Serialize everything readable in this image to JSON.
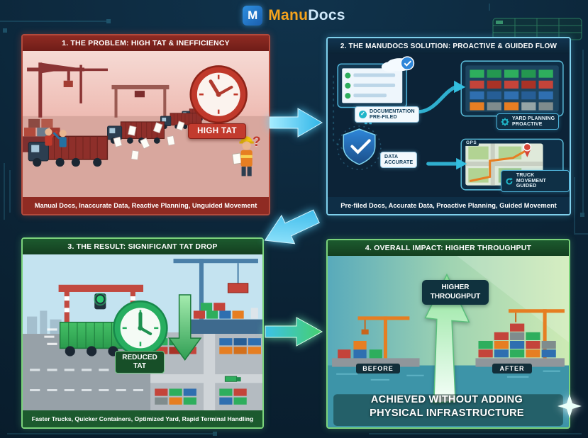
{
  "header": {
    "logo_letter": "M",
    "brand_manu": "Manu",
    "brand_docs": "Docs"
  },
  "panels": {
    "problem": {
      "title": "1. THE PROBLEM: HIGH TAT & INEFFICIENCY",
      "clock_label": "HIGH TAT",
      "confusion_mark": "?",
      "caption": "Manual Docs, Inaccurate Data, Reactive Planning, Unguided Movement"
    },
    "solution": {
      "title": "2. THE MANUDOCS SOLUTION: PROACTIVE & GUIDED FLOW",
      "badge_documentation": {
        "line1": "DOCUMENTATION",
        "line2": "PRE-FILED"
      },
      "badge_yard": {
        "line1": "YARD PLANNING",
        "line2": "PROACTIVE"
      },
      "badge_data": {
        "line1": "DATA",
        "line2": "ACCURATE"
      },
      "badge_truck": {
        "line1": "TRUCK MOVEMENT",
        "line2": "GUIDED"
      },
      "gps_label": "GPS",
      "caption": "Pre-filed Docs, Accurate Data, Proactive Planning, Guided Movement"
    },
    "result": {
      "title": "3. THE RESULT: SIGNIFICANT TAT DROP",
      "clock_label_top": "REDUCED",
      "clock_label_bottom": "TAT",
      "caption": "Faster Trucks, Quicker Containers, Optimized Yard, Rapid Terminal Handling"
    },
    "impact": {
      "title": "4. OVERALL IMPACT: HIGHER THROUGHPUT",
      "arrow_label_top": "HIGHER",
      "arrow_label_bottom": "THROUGHPUT",
      "before_label": "BEFORE",
      "after_label": "AFTER",
      "footer_line1": "ACHIEVED WITHOUT ADDING",
      "footer_line2": "PHYSICAL INFRASTRUCTURE"
    }
  },
  "icons": {
    "check": "✓"
  },
  "colors": {
    "background": "#0B2132",
    "brand_orange": "#F5A31D",
    "brand_blue": "#2E8FE0",
    "problem_red": "#C0392B",
    "solution_cyan": "#35C2D8",
    "result_green": "#27AE60",
    "impact_dark_green": "#1C5A2E",
    "container_red": "#C4443A",
    "container_green": "#2EAE5D",
    "container_blue": "#2F6FB0",
    "container_orange": "#E67E22"
  }
}
